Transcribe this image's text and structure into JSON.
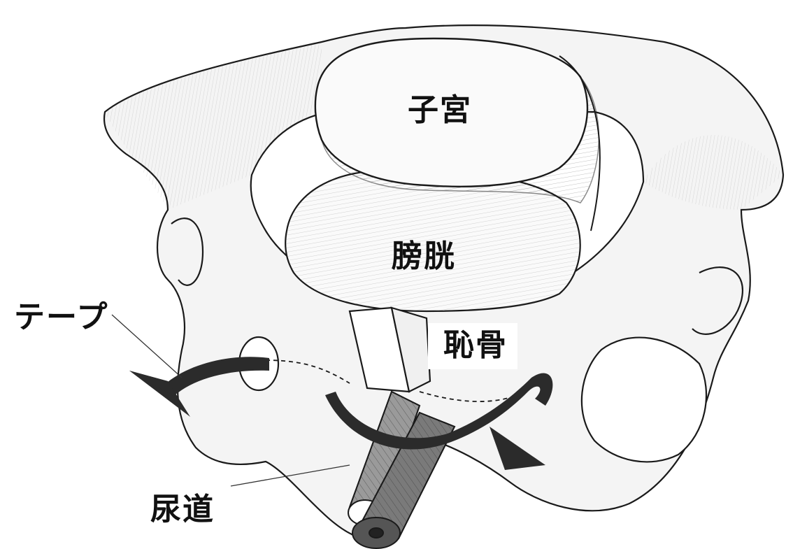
{
  "labels": {
    "uterus": "子宮",
    "bladder": "膀胱",
    "pubis": "恥骨",
    "tape": "テープ",
    "urethra": "尿道"
  },
  "colors": {
    "background": "#ffffff",
    "line": "#1a1a1a",
    "arrow": "#2b2b2b",
    "bone_fill": "#f4f4f4",
    "organ_fill": "#fafafa"
  }
}
